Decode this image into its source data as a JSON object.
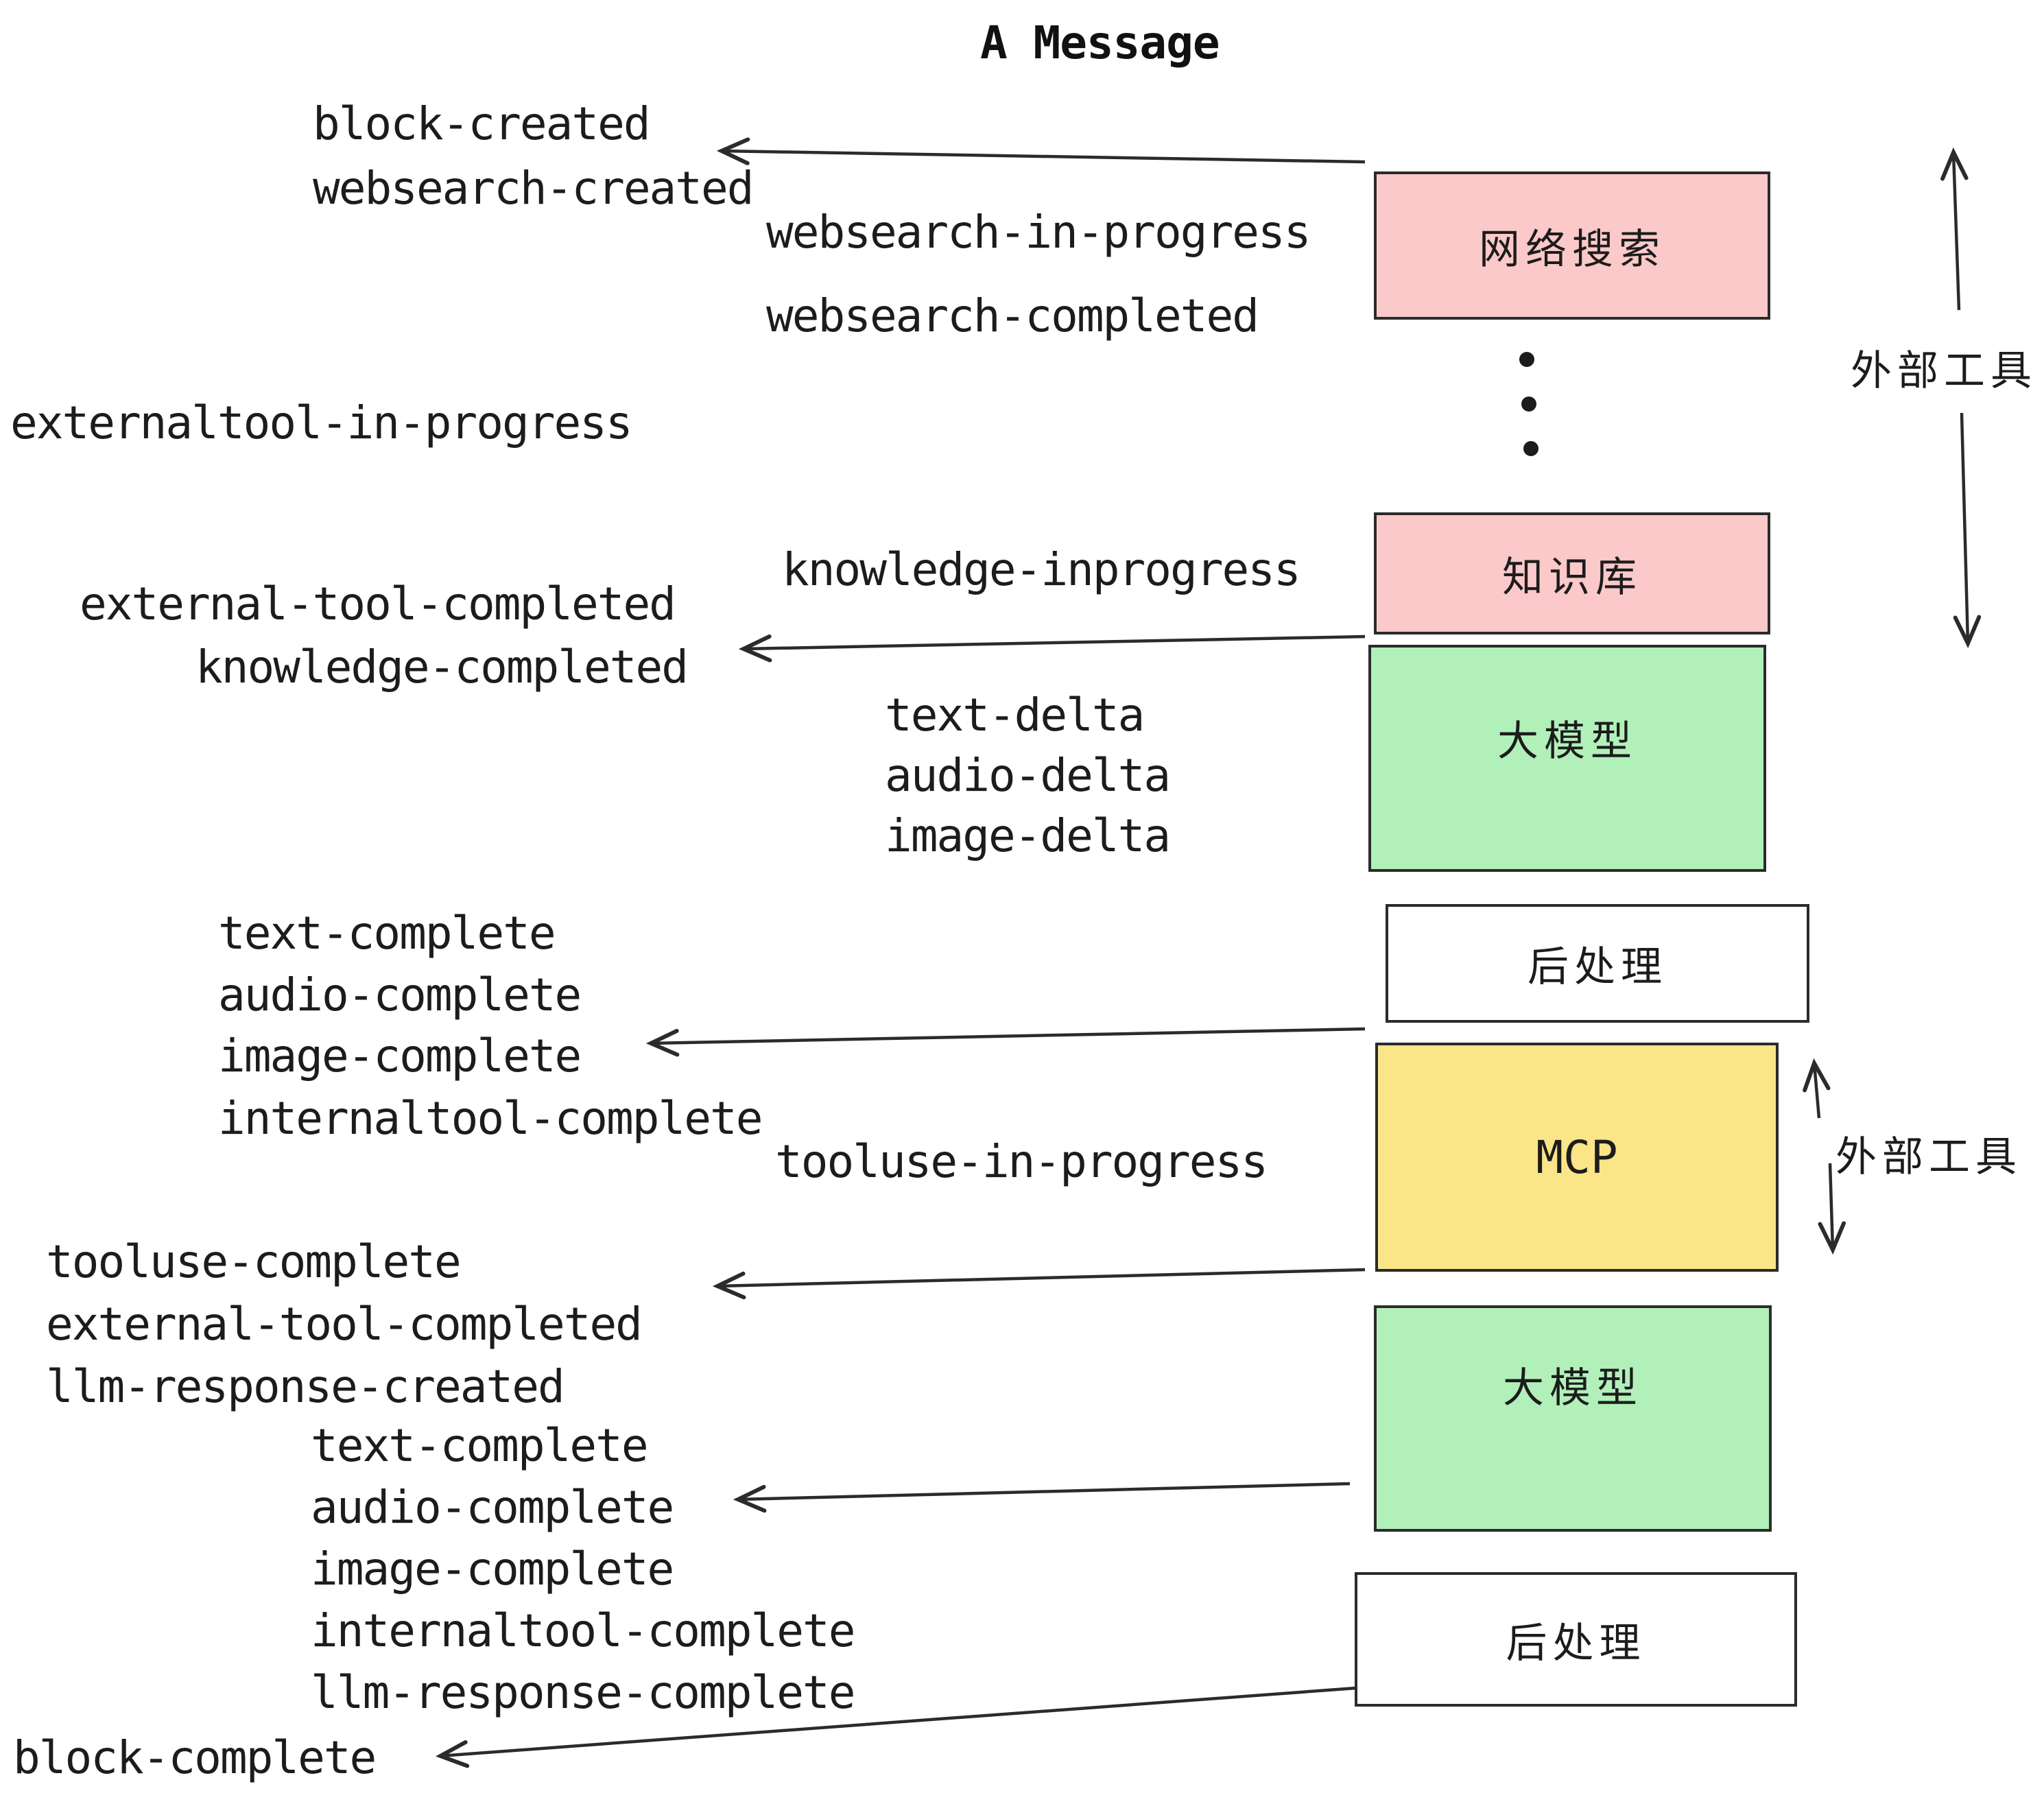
{
  "title": "A Message",
  "colors": {
    "box_pink": "#fbc9c9",
    "box_green": "#b2f0ba",
    "box_yellow": "#fae588",
    "box_white": "#ffffff",
    "stroke": "#2b2b2b",
    "text": "#1c1c1c"
  },
  "boxes": {
    "websearch": {
      "label": "网络搜索",
      "fill": "box_pink"
    },
    "knowledge": {
      "label": "知识库",
      "fill": "box_pink"
    },
    "llm1": {
      "label": "大模型",
      "fill": "box_green"
    },
    "post1": {
      "label": "后处理",
      "fill": "box_white"
    },
    "mcp": {
      "label": "MCP",
      "fill": "box_yellow"
    },
    "llm2": {
      "label": "大模型",
      "fill": "box_green"
    },
    "post2": {
      "label": "后处理",
      "fill": "box_white"
    }
  },
  "side_labels": {
    "external_tools_top": "外部工具",
    "external_tools_bottom": "外部工具"
  },
  "events": {
    "block_created": "block-created",
    "websearch_created": "websearch-created",
    "websearch_in_progress": "websearch-in-progress",
    "websearch_completed": "websearch-completed",
    "externaltool_in_progress": "externaltool-in-progress",
    "knowledge_inprogress": "knowledge-inprogress",
    "external_tool_completed_1": "external-tool-completed",
    "knowledge_completed": "knowledge-completed",
    "text_delta_1": "text-delta",
    "audio_delta_1": "audio-delta",
    "image_delta_1": "image-delta",
    "text_complete_1": "text-complete",
    "audio_complete_1": "audio-complete",
    "image_complete_1": "image-complete",
    "internaltool_complete_1": "internaltool-complete",
    "tooluse_in_progress": "tooluse-in-progress",
    "tooluse_complete": "tooluse-complete",
    "external_tool_completed_2": "external-tool-completed",
    "llm_response_created": "llm-response-created",
    "text_complete_2": "text-complete",
    "audio_complete_2": "audio-complete",
    "image_complete_2": "image-complete",
    "internaltool_complete_2": "internaltool-complete",
    "llm_response_complete": "llm-response-complete",
    "block_complete": "block-complete"
  }
}
